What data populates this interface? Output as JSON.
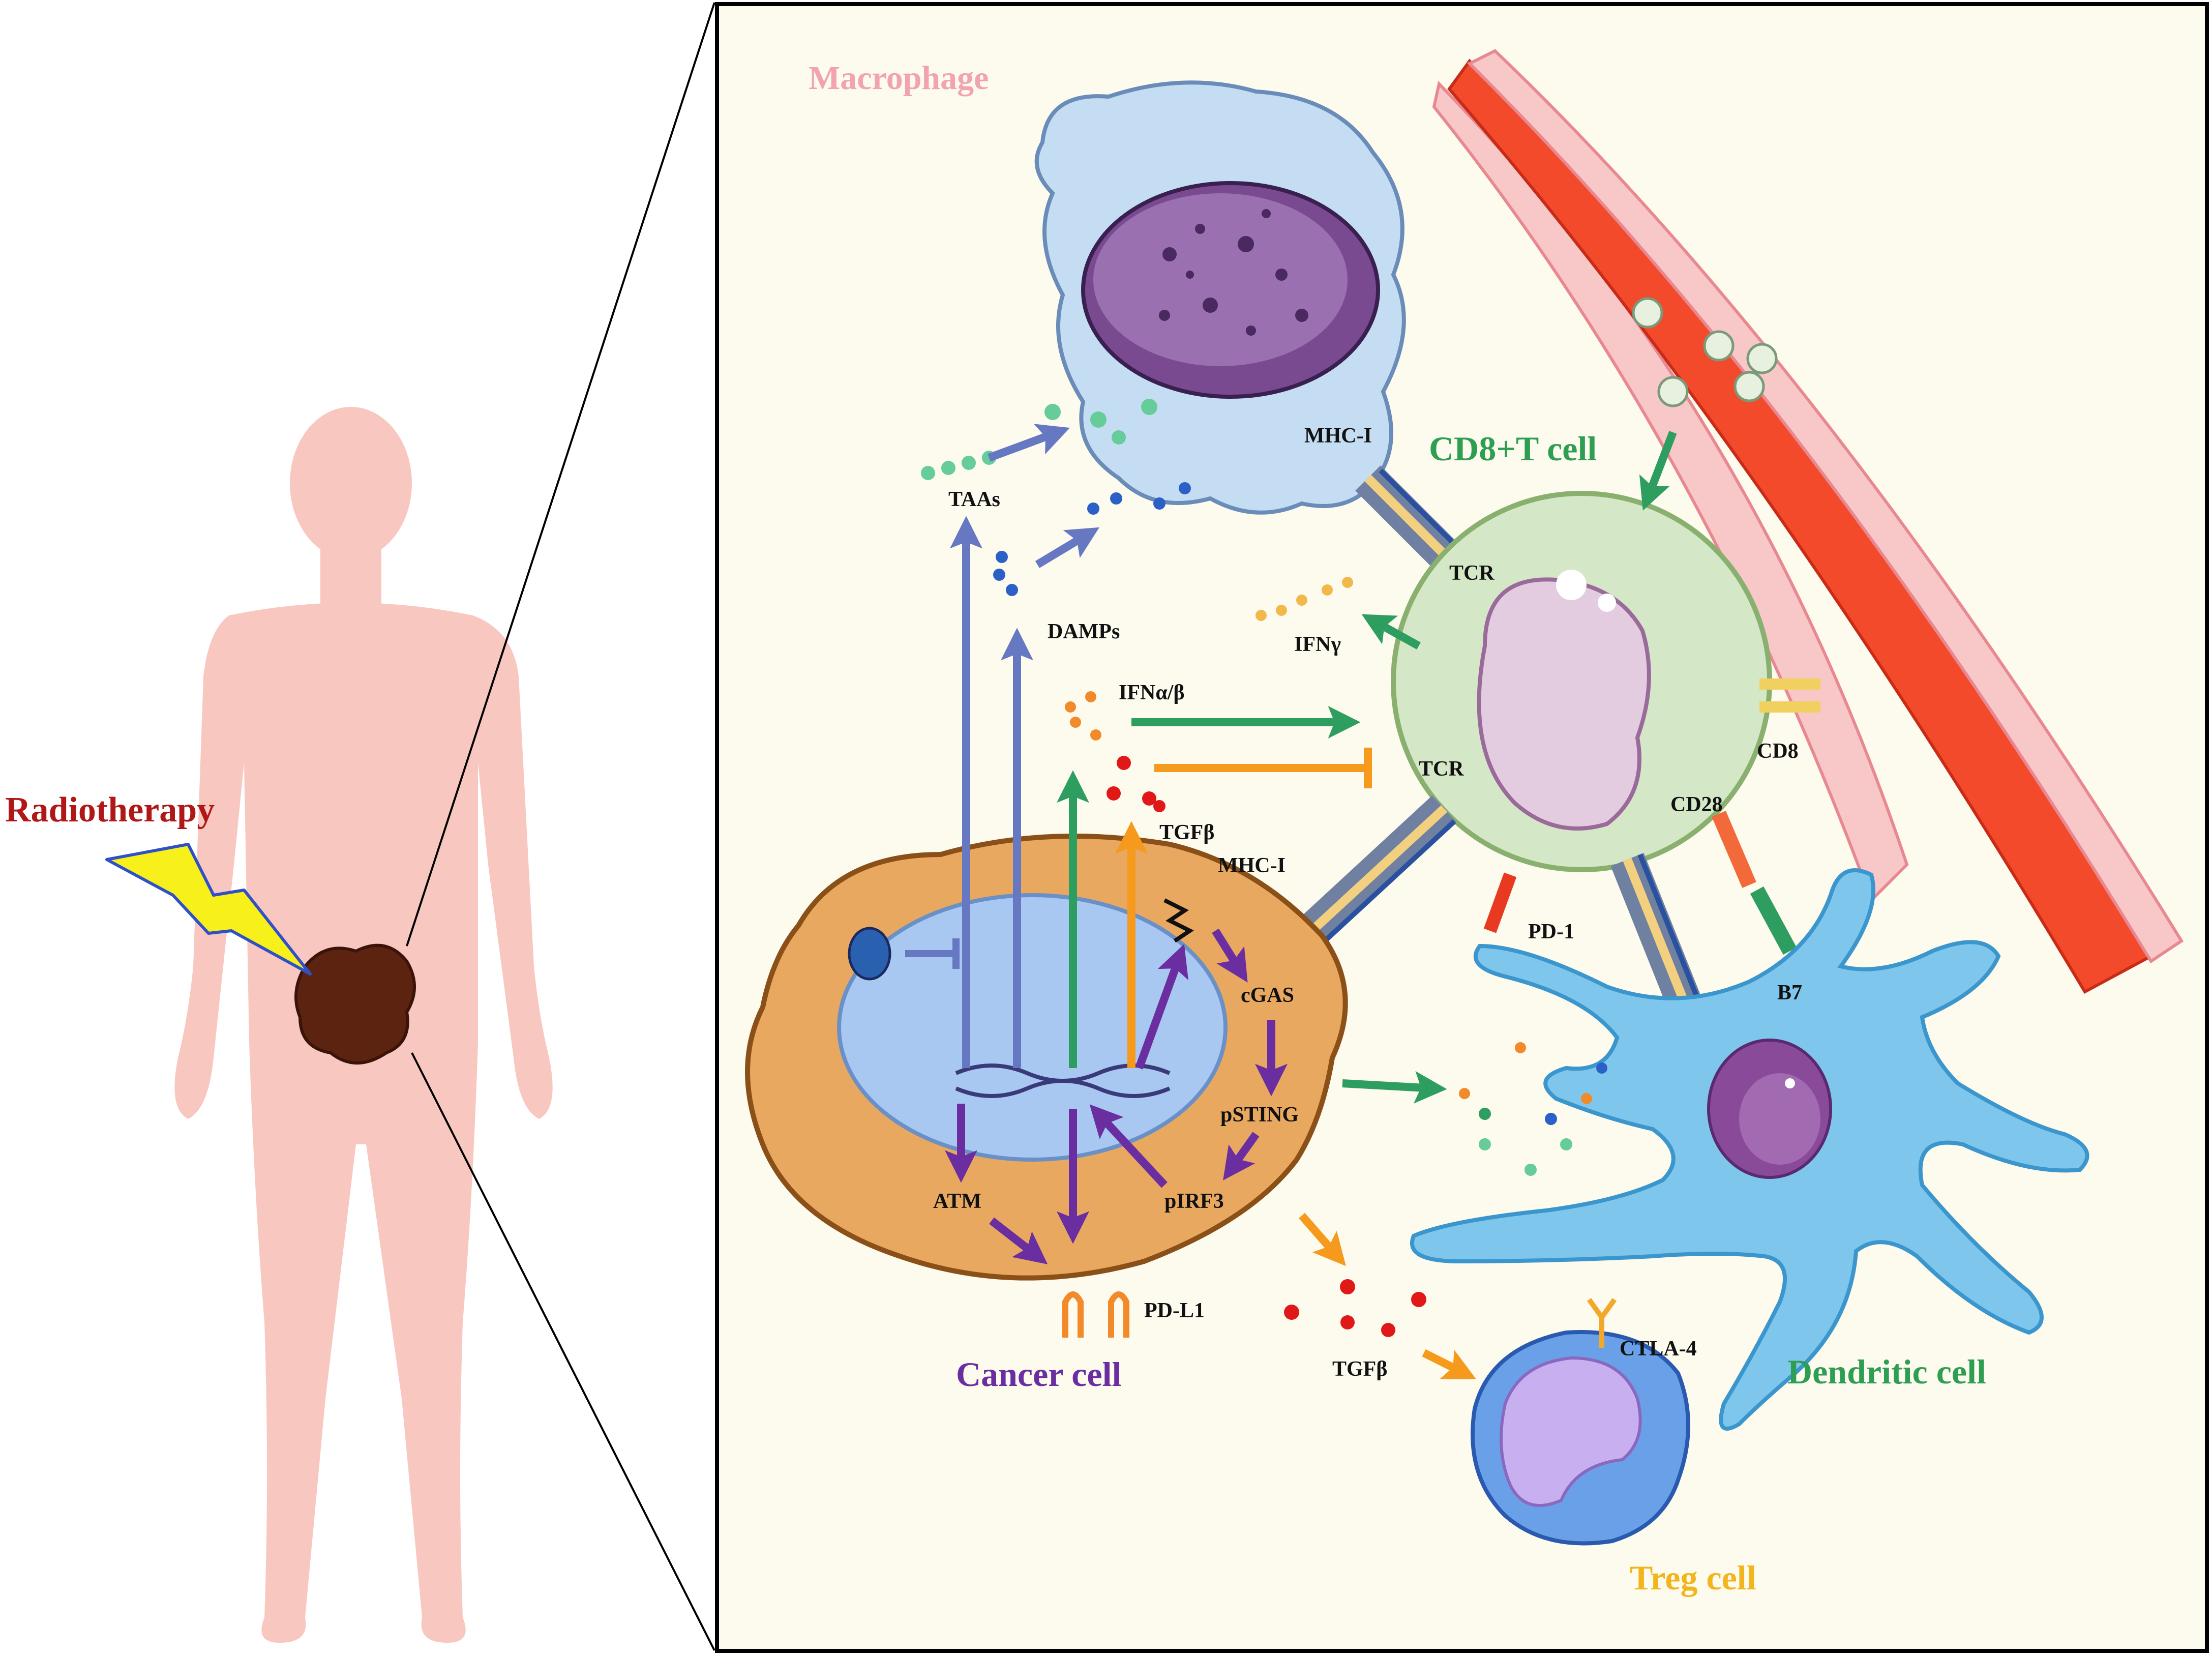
{
  "labels": {
    "radiotherapy": "Radiotherapy",
    "macrophage": "Macrophage",
    "cd8_t_cell": "CD8+T cell",
    "cancer_cell": "Cancer cell",
    "dendritic_cell": "Dendritic cell",
    "treg_cell": "Treg cell",
    "mhc_i_macrophage": "MHC-I",
    "mhc_i_cancer": "MHC-I",
    "tcr_top": "TCR",
    "tcr_bottom": "TCR",
    "cd8": "CD8",
    "cd28": "CD28",
    "pd1": "PD-1",
    "b7": "B7",
    "taas": "TAAs",
    "damps": "DAMPs",
    "ifn_gamma": "IFNγ",
    "ifn_ab": "IFNα/β",
    "tgfb_upper": "TGFβ",
    "tgfb_lower": "TGFβ",
    "cgas": "cGAS",
    "psting": "pSTING",
    "pirf3": "pIRF3",
    "atm": "ATM",
    "pdl1": "PD-L1",
    "ctla4": "CTLA-4"
  },
  "colors": {
    "radiotherapy": "#b01818",
    "macrophage": "#f1a4b0",
    "cd8_t_cell": "#2e9e52",
    "cancer_cell": "#6a2ea0",
    "dendritic_cell": "#2e9e52",
    "treg_cell": "#f2b51c",
    "arrow_blue": "#6678c2",
    "arrow_green": "#2e9e60",
    "arrow_orange": "#f59a1c",
    "arrow_purple": "#6a2ea0",
    "panel_bg": "#fdfaee",
    "body": "#f8c8c0",
    "vessel": "#f44a2c"
  }
}
